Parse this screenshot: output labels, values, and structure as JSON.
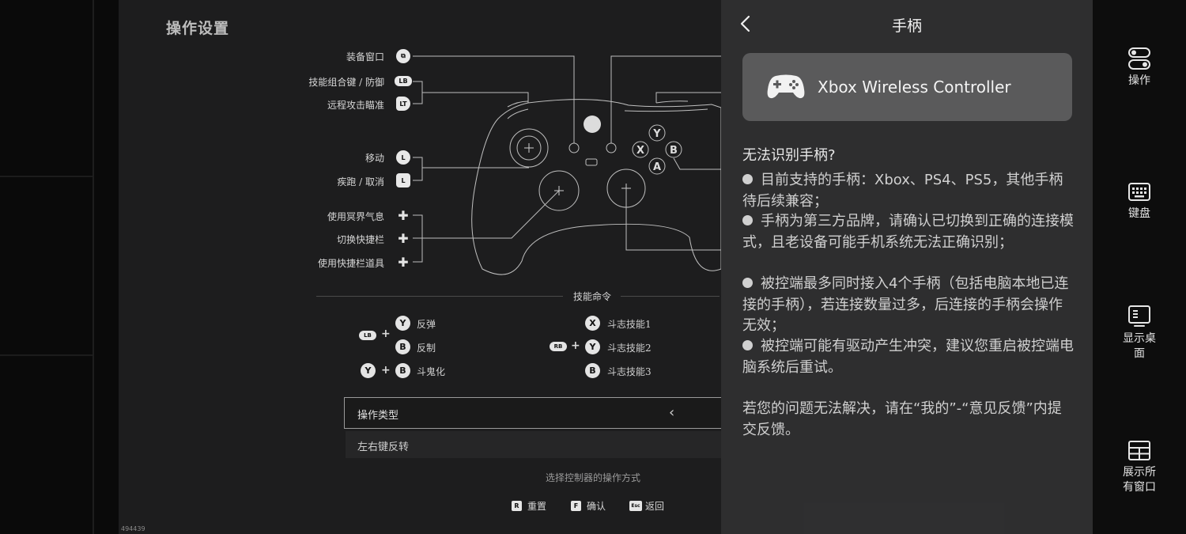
{
  "game": {
    "title": "操作设置",
    "build_id": "494439",
    "mappings": [
      {
        "label": "装备窗口",
        "key": "⧉"
      },
      {
        "label": "技能组合键 / 防御",
        "key": "LB"
      },
      {
        "label": "远程攻击瞄准",
        "key": "LT"
      },
      {
        "label": "移动",
        "key": "L"
      },
      {
        "label": "疾跑 / 取消",
        "key": "L"
      },
      {
        "label": "使用冥界气息",
        "key": "✚"
      },
      {
        "label": "切换快捷栏",
        "key": "✚"
      },
      {
        "label": "使用快捷栏道具",
        "key": "✚"
      }
    ],
    "skill_header": "技能命令",
    "combos": {
      "lb": "LB",
      "rb": "RB",
      "y": "Y",
      "b": "B",
      "x": "X",
      "plus": "+",
      "fantan": "反弹",
      "fanzhi": "反制",
      "dougui": "斗鬼化",
      "skill1": "斗志技能1",
      "skill2": "斗志技能2",
      "skill3": "斗志技能3"
    },
    "options": {
      "type_label": "操作类型",
      "swap_label": "左右键反转"
    },
    "hint": "选择控制器的操作方式",
    "footer": [
      {
        "key": "R",
        "label": "重置"
      },
      {
        "key": "F",
        "label": "确认"
      },
      {
        "key": "Esc",
        "label": "返回"
      }
    ]
  },
  "panel": {
    "title": "手柄",
    "device_name": "Xbox Wireless Controller",
    "faq_title": "无法识别手柄?",
    "bullets": [
      "目前支持的手柄：Xbox、PS4、PS5，其他手柄待后续兼容；",
      "手柄为第三方品牌，请确认已切换到正确的连接模式，且老设备可能手机系统无法正确识别；",
      "被控端最多同时接入4个手柄（包括电脑本地已连接的手柄），若连接数量过多，后连接的手柄会操作无效；",
      "被控端可能有驱动产生冲突，建议您重启被控端电脑系统后重试。"
    ],
    "feedback": "若您的问题无法解决，请在“我的”-“意见反馈”内提交反馈。"
  },
  "sidebar": {
    "items": [
      {
        "label": "操作",
        "icon": "toggle-icon"
      },
      {
        "label": "键盘",
        "icon": "keyboard-icon"
      },
      {
        "label": "显示桌面",
        "icon": "desktop-icon"
      },
      {
        "label": "展示所有窗口",
        "icon": "windows-grid-icon"
      }
    ]
  }
}
